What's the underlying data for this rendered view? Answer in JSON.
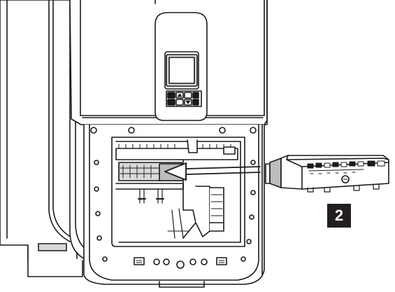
{
  "step_badge": {
    "label": "2"
  },
  "colors": {
    "outline": "#1a1a1a",
    "face": "#ffffff",
    "shadow": "#d9d9d9",
    "module_shadow": "#bdbdbd",
    "badge_bg": "#231f20",
    "badge_text": "#ffffff"
  },
  "icons": {
    "arrow": "insertion-arrow",
    "keypad": "navigation-keypad"
  }
}
